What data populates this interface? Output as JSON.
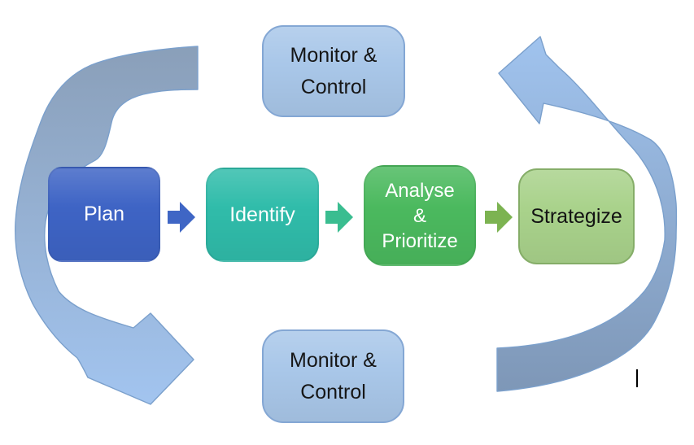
{
  "diagram": {
    "background": "#ffffff",
    "top_node": {
      "line1": "Monitor &",
      "line2": "Control",
      "fill": "#a9c7e9",
      "border": "#84a7d4",
      "text_color": "#161616"
    },
    "bottom_node": {
      "line1": "Monitor &",
      "line2": "Control",
      "fill": "#a9c7e9",
      "border": "#84a7d4",
      "text_color": "#161616"
    },
    "steps": [
      {
        "label": "Plan",
        "fill": "#3e64c5",
        "text_color": "#ffffff"
      },
      {
        "label": "Identify",
        "fill": "#30bcaa",
        "text_color": "#ffffff"
      },
      {
        "line1": "Analyse",
        "line2": "&",
        "line3": "Prioritize",
        "fill": "#4bb95e",
        "text_color": "#ffffff"
      },
      {
        "label": "Strategize",
        "fill": "#a9d28b",
        "border": "#85ad68",
        "text_color": "#131313"
      }
    ],
    "connectors": [
      {
        "name": "plan-to-identify",
        "color": "#3f66c5"
      },
      {
        "name": "identify-to-analyse",
        "color": "#3abd90"
      },
      {
        "name": "analyse-to-strategize",
        "color": "#7cb351"
      }
    ],
    "cycle_arrows": {
      "outline": "#7ba0cc",
      "left": {
        "description": "curves from top down the left side, head points right toward bottom Monitor & Control",
        "start_color": "#8a9fb9",
        "end_color": "#a2c4ef"
      },
      "right": {
        "description": "curves from bottom up the right side, head points left toward top Monitor & Control",
        "start_color": "#a0c3ee",
        "end_color": "#7e97b7"
      }
    },
    "text_cursor": {
      "glyph": "|",
      "color": "#000000"
    }
  }
}
